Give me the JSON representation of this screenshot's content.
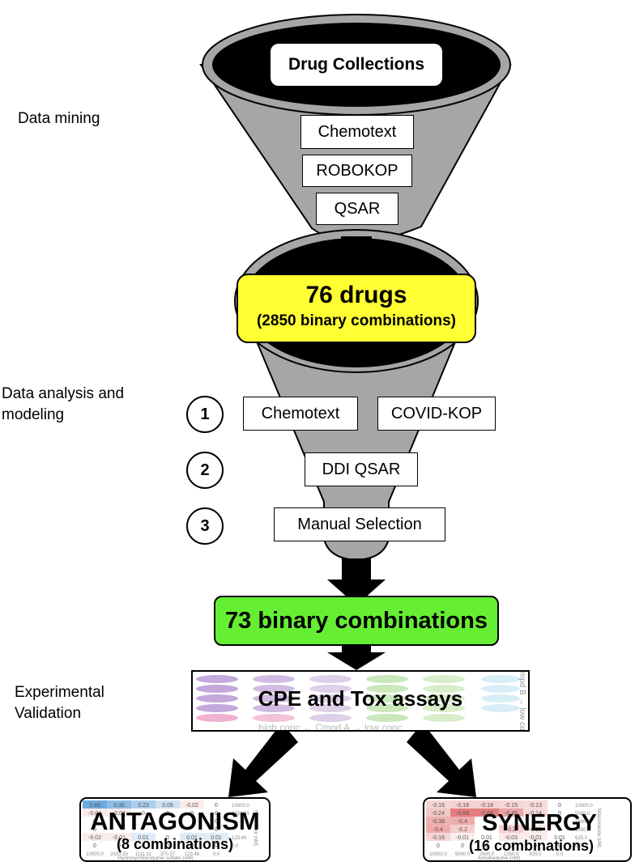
{
  "stages": {
    "data_mining": "Data mining",
    "data_analysis": "Data analysis and\nmodeling",
    "experimental": "Experimental\nValidation"
  },
  "funnel_top": {
    "title": "Drug Collections",
    "sources": [
      "Chemotext",
      "ROBOKOP",
      "QSAR"
    ]
  },
  "drugs_box": {
    "title": "76 drugs",
    "subtitle": "(2850 binary combinations)"
  },
  "analysis_steps": [
    {
      "number": "1",
      "labels": [
        "Chemotext",
        "COVID-KOP"
      ]
    },
    {
      "number": "2",
      "labels": [
        "DDI QSAR"
      ]
    },
    {
      "number": "3",
      "labels": [
        "Manual Selection"
      ]
    }
  ],
  "combinations_box": {
    "title": "73 binary combinations"
  },
  "assay_box": {
    "title": "CPE and Tox assays",
    "bottom_text": "high conc ← Cmpd A → low conc",
    "side_text": "Cmpd B → low conc"
  },
  "antagonism": {
    "title": "ANTAGONISM",
    "subtitle": "(8 combinations)",
    "xlabel": "Hydroxychloroquine sulfate (nM)",
    "ylabel": "Remdesivir (nM)",
    "x_ticks": [
      "10000.0",
      "3333.33",
      "1111.11",
      "370.37",
      "123.46",
      "0.0"
    ],
    "y_ticks": [
      "10000.0",
      "3333.33",
      "",
      "",
      "123.46",
      "0.0"
    ],
    "rows": [
      [
        "0.49",
        "0.36",
        "0.23",
        "0.09",
        "-0.02",
        "0"
      ],
      [
        "-0.04",
        "-0.02",
        "0",
        "0",
        "0",
        "0"
      ],
      [
        "0",
        "",
        "",
        "",
        "",
        "0"
      ],
      [
        "0",
        "",
        "",
        "",
        "",
        "0"
      ],
      [
        "-0.02",
        "-0.01",
        "0.01",
        "0",
        "0.01",
        "0.01"
      ],
      [
        "0",
        "0",
        "0",
        "0",
        "0",
        "0"
      ]
    ]
  },
  "synergy": {
    "title": "SYNERGY",
    "subtitle": "(16 combinations)",
    "xlabel": "Amodiaquine (nM)",
    "ylabel": "Nitazoxanide (nM)",
    "x_ticks": [
      "10000.0",
      "5000.0",
      "2500.0",
      "1250.0",
      "625.0",
      "0.0"
    ],
    "y_ticks": [
      "10000.0",
      "5000.0",
      "2500.0",
      "1250.0",
      "625.0",
      "0.0"
    ],
    "rows": [
      [
        "-0.16",
        "-0.18",
        "-0.18",
        "-0.15",
        "-0.13",
        "0"
      ],
      [
        "-0.24",
        "-0.68",
        "-0.68",
        "-0.45",
        "-0.14",
        "0"
      ],
      [
        "-0.38",
        "-0.4",
        "",
        "",
        "",
        "0"
      ],
      [
        "-0.4",
        "-0.2",
        "",
        "-0.2",
        "-0.03",
        "0"
      ],
      [
        "-0.16",
        "-0.01",
        "0.01",
        "-0.03",
        "-0.01",
        "0.01"
      ],
      [
        "0",
        "0",
        "0",
        "0",
        "0",
        "0"
      ]
    ]
  },
  "colors": {
    "funnel_gray": "#a6a6a6",
    "funnel_dark": "#000000",
    "drugs_yellow": "#ffff33",
    "combinations_green": "#66ee33",
    "arrow": "#000000"
  }
}
